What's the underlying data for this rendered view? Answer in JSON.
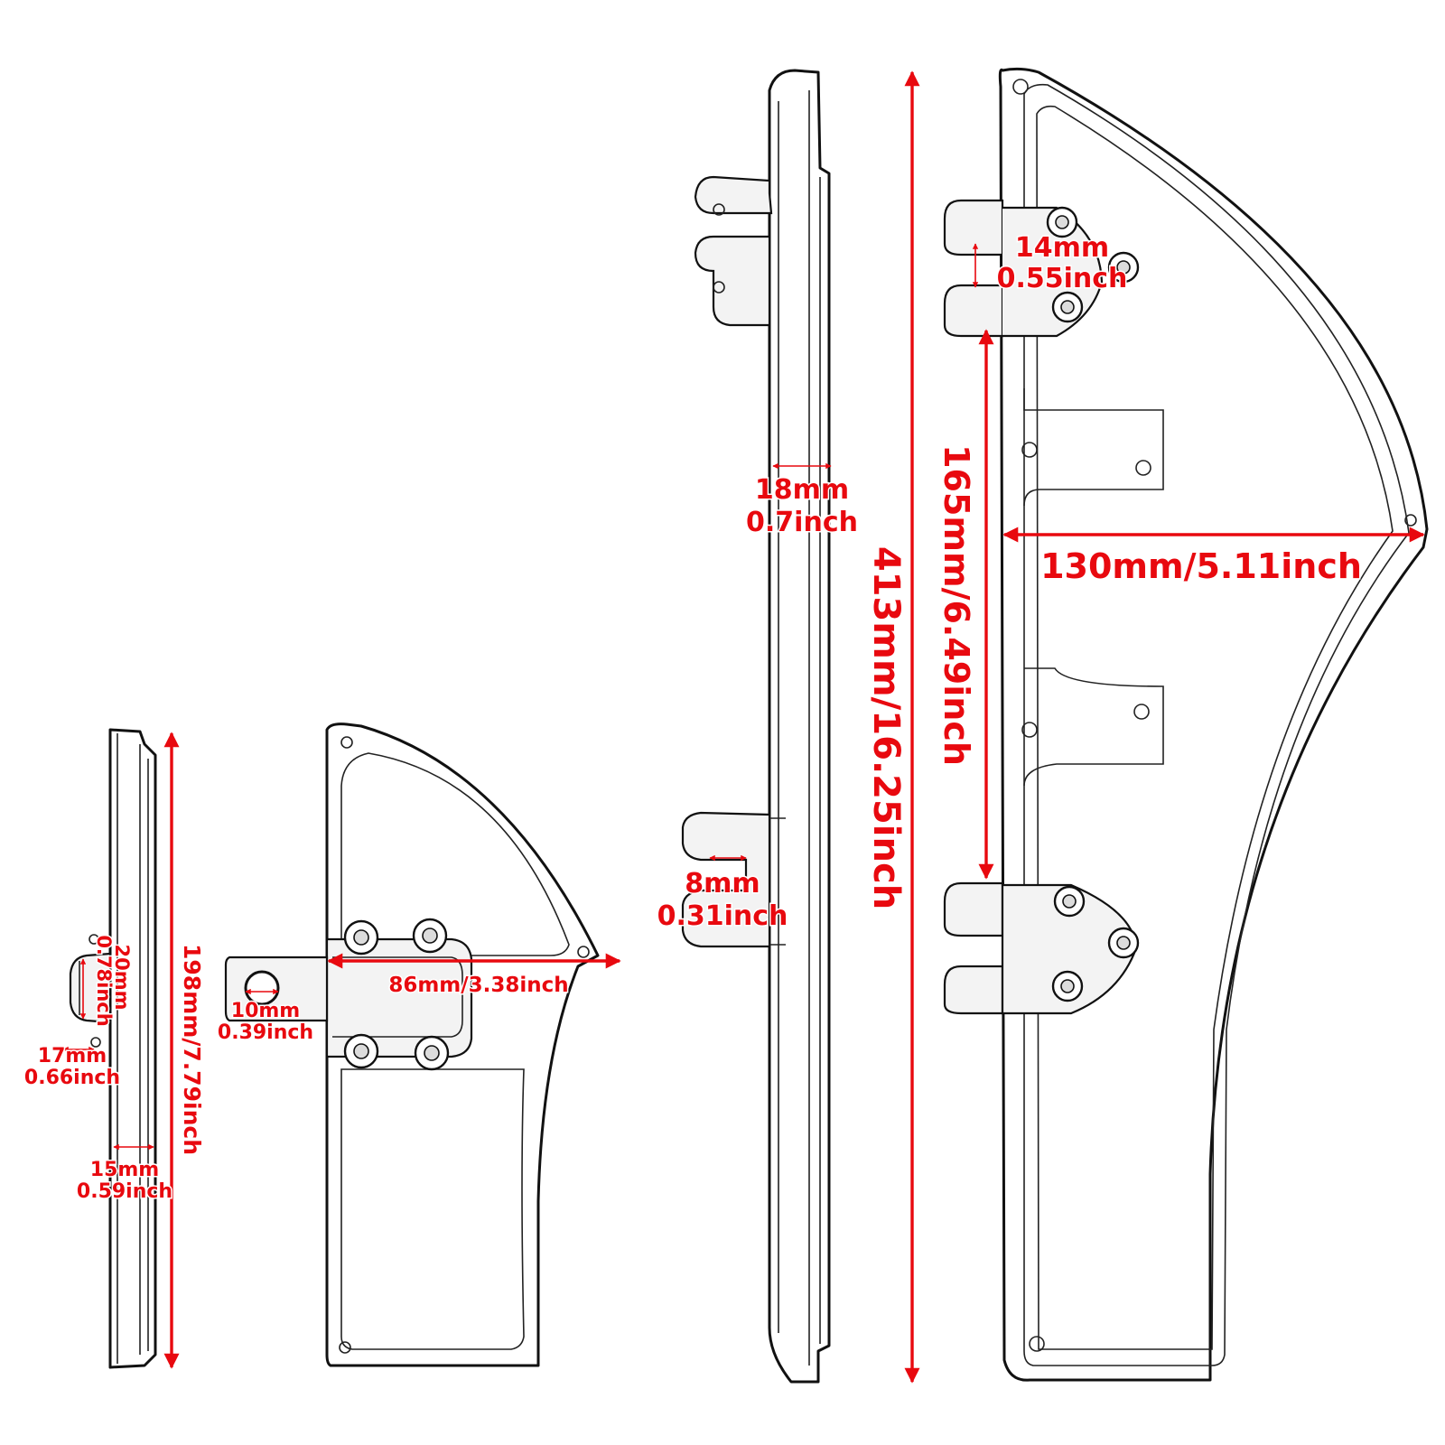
{
  "diagram": {
    "colors": {
      "dimension": "#e8090f",
      "outline": "#111111",
      "background": "#ffffff"
    },
    "parts": [
      "narrow-board-side-view",
      "narrow-board-front-view",
      "long-board-side-view",
      "long-board-front-view"
    ],
    "dimensions": {
      "small_side_height": "198mm/7.79inch",
      "small_side_bracket_mm": "20mm",
      "small_side_bracket_in": "0.78inch",
      "small_side_depth_mm": "17mm",
      "small_side_depth_in": "0.66inch",
      "small_side_thickness_mm": "15mm",
      "small_side_thickness_in": "0.59inch",
      "small_front_width": "86mm/3.38inch",
      "small_front_hole_mm": "10mm",
      "small_front_hole_in": "0.39inch",
      "large_side_thickness_mm": "18mm",
      "large_side_thickness_in": "0.7inch",
      "large_side_gap_mm": "8mm",
      "large_side_gap_in": "0.31inch",
      "large_total_length": "413mm/16.25inch",
      "large_mount_spacing": "165mm/6.49inch",
      "large_width": "130mm/5.11inch",
      "large_clamp_gap_mm": "14mm",
      "large_clamp_gap_in": "0.55inch"
    }
  }
}
